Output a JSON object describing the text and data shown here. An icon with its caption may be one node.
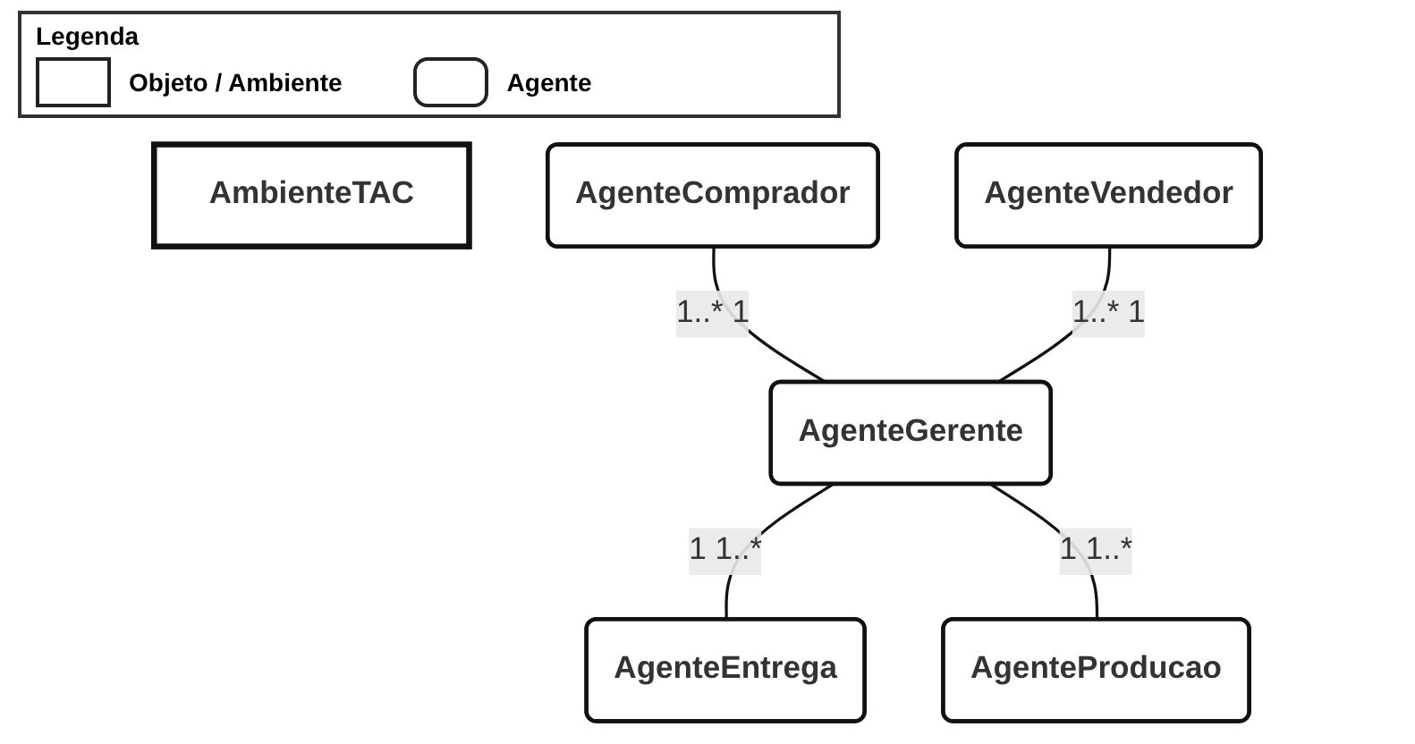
{
  "diagram": {
    "nodes": [
      {
        "text": [
          "AmbienteTAC"
        ]
      },
      {
        "text": [
          "AgenteComprador"
        ]
      },
      {
        "text": [
          "AgenteVendedor"
        ]
      },
      {
        "text": [
          "AgenteGerente"
        ]
      },
      {
        "text": [
          "AgenteEntrega"
        ]
      },
      {
        "text": [
          "AgenteProducao"
        ]
      }
    ],
    "edges": [
      {
        "from": 1,
        "to": 3,
        "arrow": "none",
        "label": "1..* 1"
      },
      {
        "from": 2,
        "to": 3,
        "arrow": "none",
        "label": "1..* 1"
      },
      {
        "from": 3,
        "to": 4,
        "arrow": "none",
        "label": "1 1..*"
      },
      {
        "from": 3,
        "to": 5,
        "arrow": "none",
        "label": "1 1..*"
      }
    ],
    "labels": [
      "Legenda"
    ],
    "legend": [
      {
        "text": "Objeto / Ambiente"
      },
      {
        "text": "Agente"
      }
    ]
  }
}
